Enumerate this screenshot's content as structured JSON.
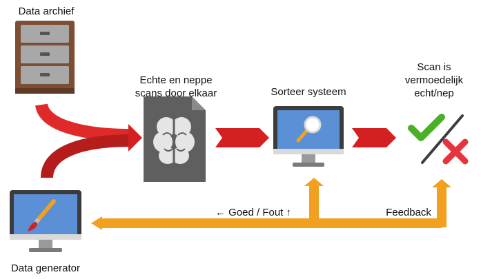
{
  "labels": {
    "archive": "Data archief",
    "mixed_line1": "Echte en neppe",
    "mixed_line2": "scans door elkaar",
    "sorter": "Sorteer systeem",
    "result_line1": "Scan is",
    "result_line2": "vermoedelijk",
    "result_line3": "echt/nep",
    "generator": "Data generator",
    "good_wrong": "← Goed / Fout ↑",
    "feedback": "Feedback"
  },
  "colors": {
    "red_arrow": "#d42020",
    "dark_red": "#a71d1d",
    "orange": "#f2a01f",
    "orange_dark": "#d88c12",
    "cabinet_wood": "#7c4e33",
    "drawer": "#a8a8a8",
    "screen": "#5b8fd6",
    "monitor_frame": "#3c3c3c",
    "brain_doc": "#5f5f5f",
    "check": "#4ab026",
    "cross": "#e5343b"
  },
  "icons": {
    "archive": "filing-cabinet-icon",
    "generator": "monitor-paintbrush-icon",
    "mixed": "brain-document-icon",
    "sorter": "monitor-magnifier-icon",
    "result": "check-slash-cross-icon"
  }
}
